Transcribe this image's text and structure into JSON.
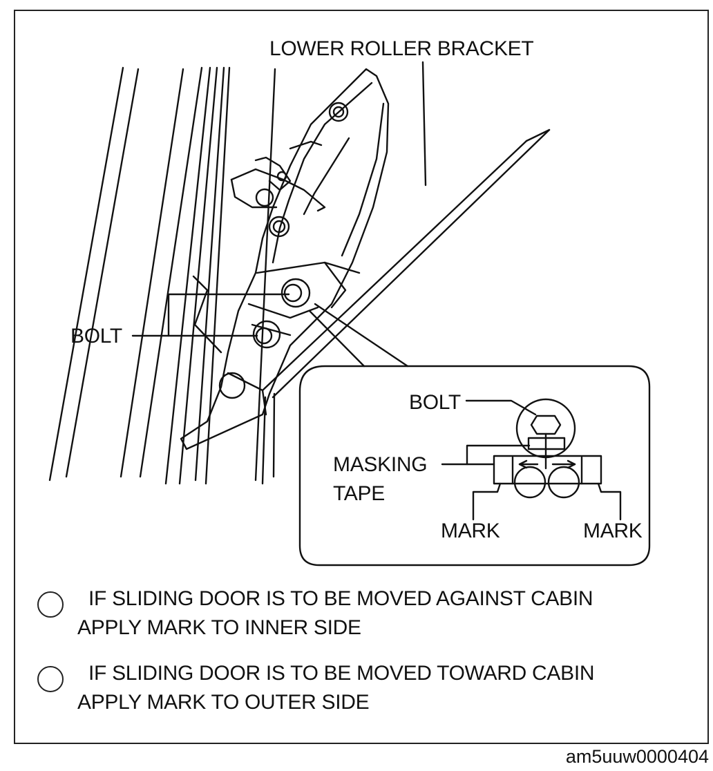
{
  "figure": {
    "callouts": {
      "lower_roller_bracket": "LOWER ROLLER BRACKET",
      "bolt_main": "BOLT",
      "bolt_detail": "BOLT",
      "masking_tape_line1": "MASKING",
      "masking_tape_line2": "TAPE",
      "mark_left": "MARK",
      "mark_right": "MARK"
    },
    "notes": [
      {
        "line1": "IF SLIDING DOOR IS TO BE MOVED AGAINST CABIN",
        "line2": "APPLY MARK TO INNER SIDE"
      },
      {
        "line1": "IF SLIDING DOOR IS TO BE MOVED TOWARD CABIN",
        "line2": "APPLY MARK TO OUTER SIDE"
      }
    ],
    "figure_id": "am5uuw0000404"
  },
  "colors": {
    "ink": "#111111",
    "border": "#222222",
    "background": "#ffffff"
  }
}
